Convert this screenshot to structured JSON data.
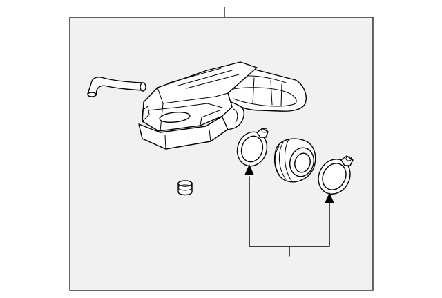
{
  "diagram": {
    "background_color": "#ffffff",
    "panel_color": "#f1f1f1",
    "line_color": "#000000",
    "parts": [
      {
        "name": "breather-hose",
        "icon": "hose-icon"
      },
      {
        "name": "air-cleaner-housing",
        "icon": "housing-icon"
      },
      {
        "name": "hose-clamp-inlet",
        "icon": "clamp-icon"
      },
      {
        "name": "intake-duct-coupler",
        "icon": "duct-icon"
      },
      {
        "name": "hose-clamp-outlet",
        "icon": "clamp-icon"
      },
      {
        "name": "grommet",
        "icon": "grommet-icon"
      }
    ]
  }
}
